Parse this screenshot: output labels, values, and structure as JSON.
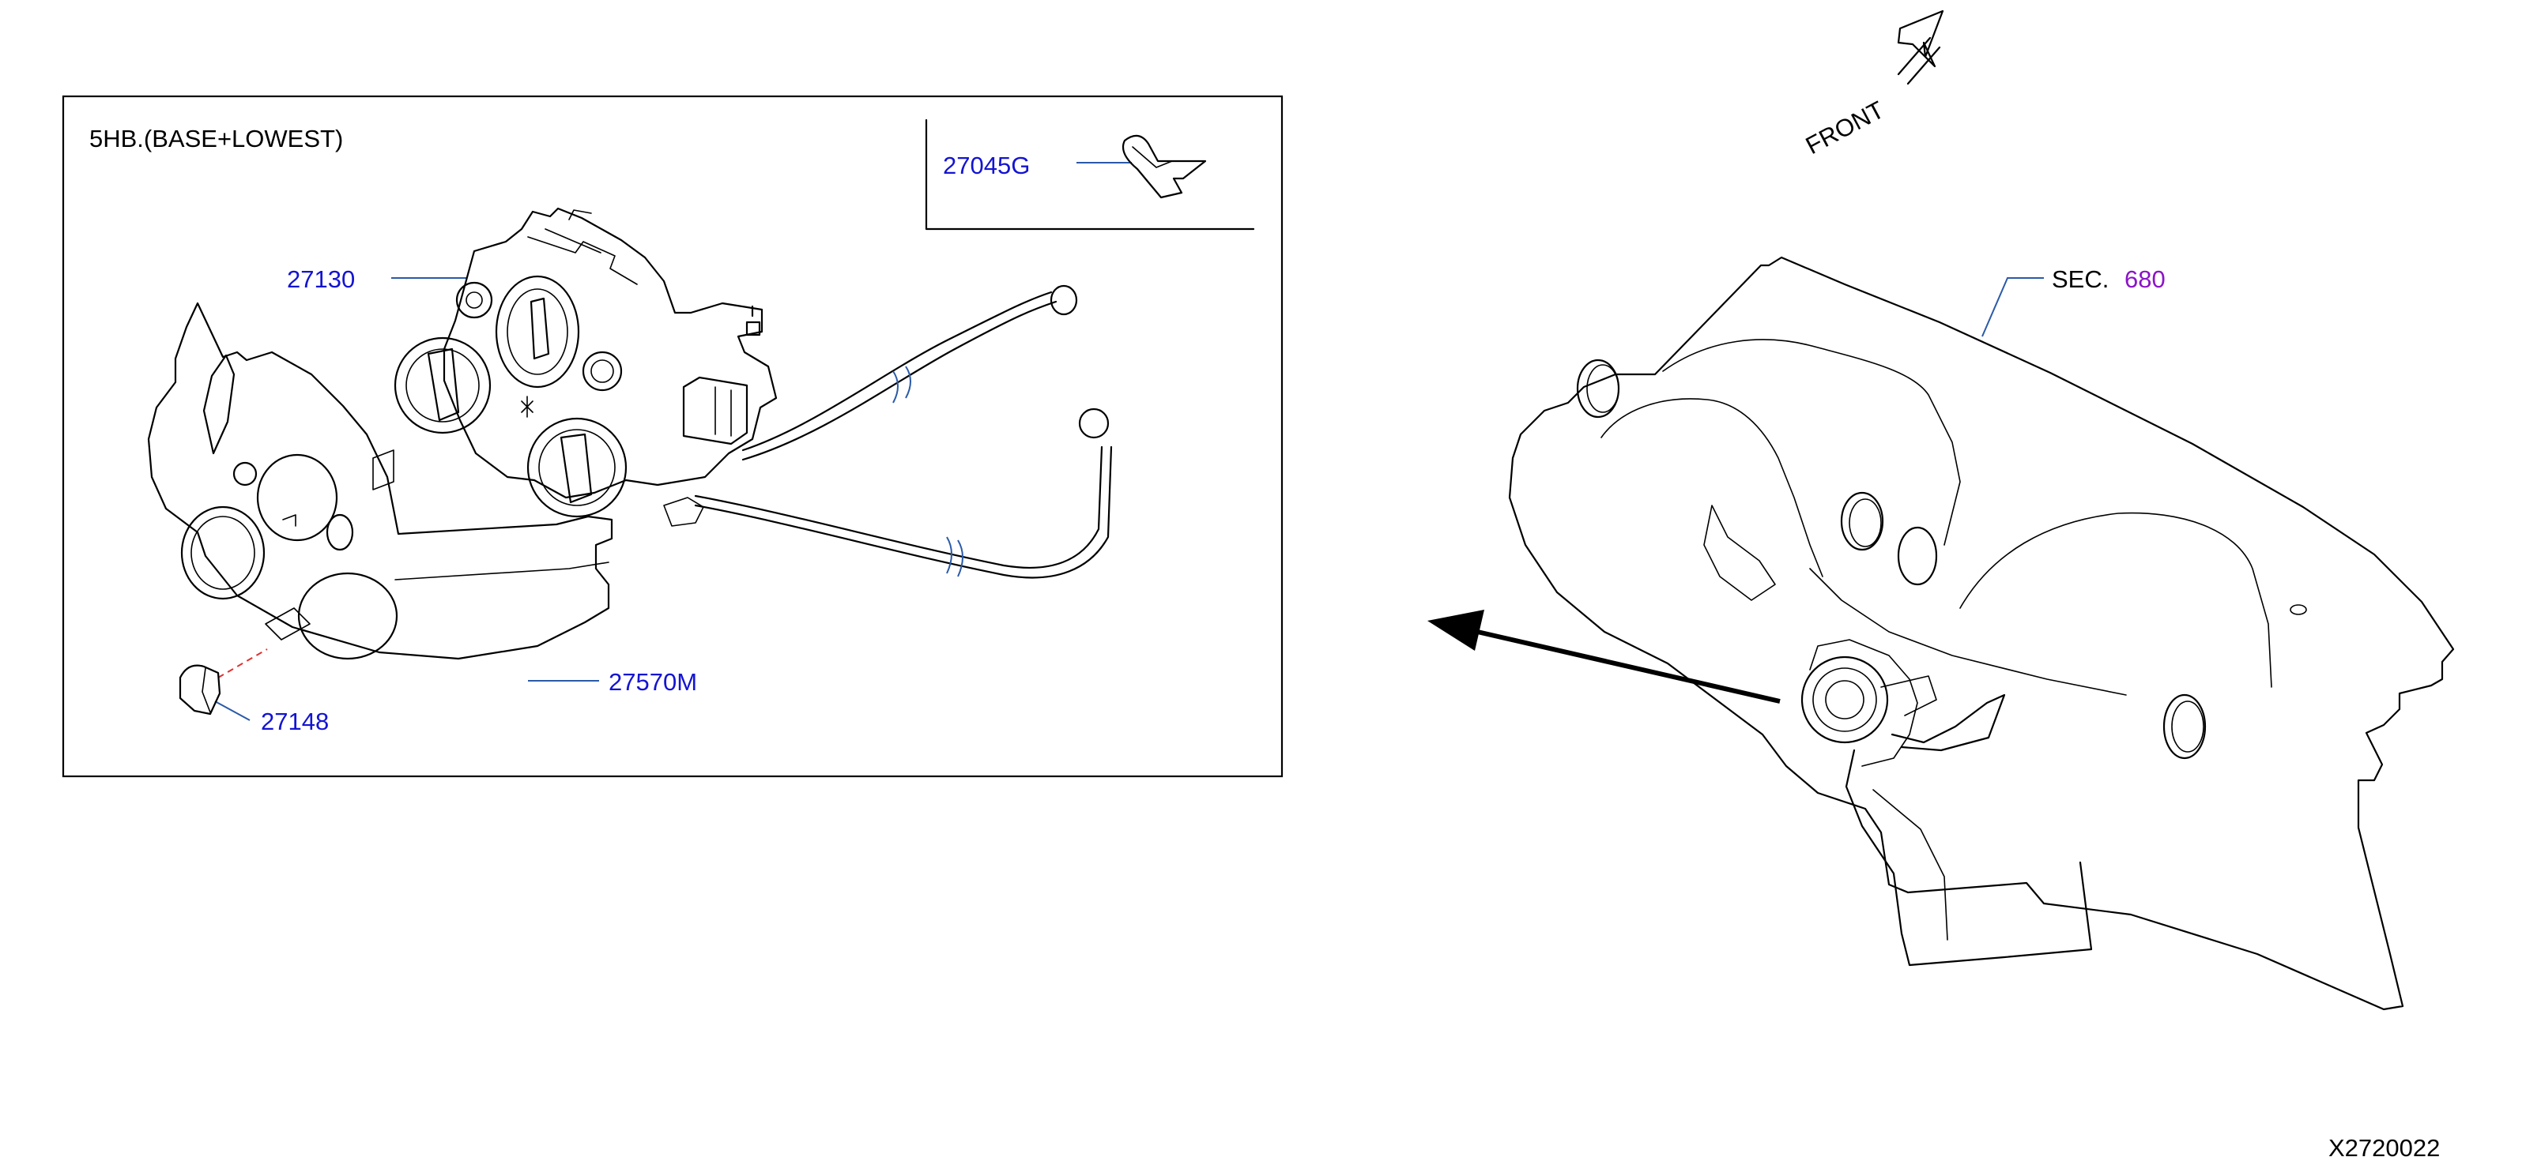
{
  "inset": {
    "title": "5HB.(BASE+LOWEST)"
  },
  "callouts": {
    "p27045g": "27045G",
    "p27130": "27130",
    "p27570m": "27570M",
    "p27148": "27148"
  },
  "section_ref": {
    "prefix": "SEC.",
    "number": "680"
  },
  "front_label": "FRONT",
  "drawing_code": "X2720022",
  "colors": {
    "part_number": "#1414d2",
    "section_number": "#8c14c8",
    "leader": "#2a5aa8",
    "dashed_leader": "#e03030"
  }
}
